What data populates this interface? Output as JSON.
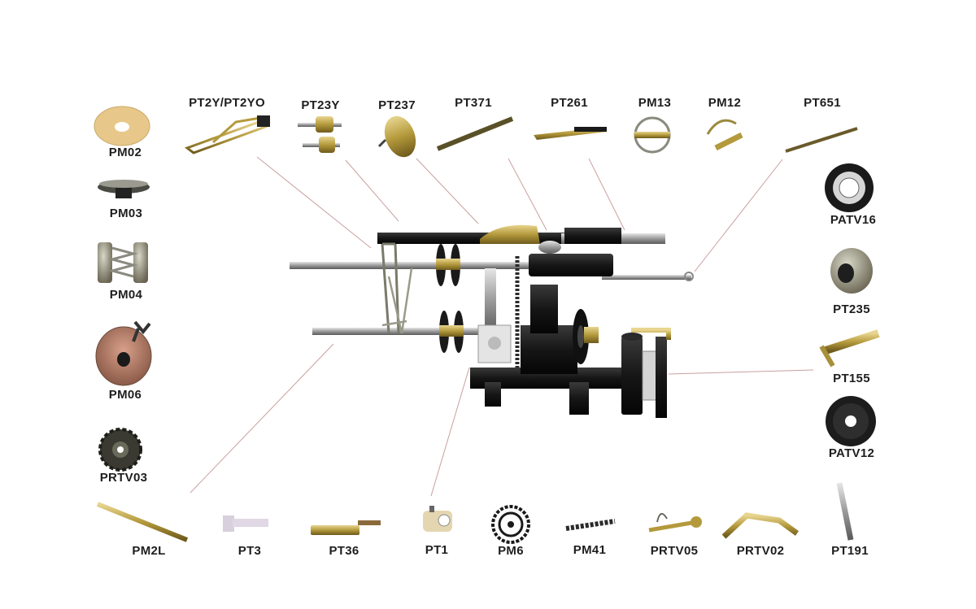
{
  "labels": {
    "pm02": "PM02",
    "pm03": "PM03",
    "pm04": "PM04",
    "pm06": "PM06",
    "prtv03": "PRTV03",
    "pt2y": "PT2Y/PT2YO",
    "pt23y": "PT23Y",
    "pt237": "PT237",
    "pt371": "PT371",
    "pt261": "PT261",
    "pm13": "PM13",
    "pm12": "PM12",
    "pt651": "PT651",
    "patv16": "PATV16",
    "pt235": "PT235",
    "pt155": "PT155",
    "patv12": "PATV12",
    "pm2l": "PM2L",
    "pt3": "PT3",
    "pt36": "PT36",
    "pt1": "PT1",
    "pm6": "PM6",
    "pm41": "PM41",
    "prtv05": "PRTV05",
    "prtv02": "PRTV02",
    "pt191": "PT191"
  },
  "colors": {
    "frame": "#141414",
    "rod": "#8c8c8c",
    "brass": "#b49a3c",
    "leader": "#c9a0a0",
    "label": "#1e1e1e"
  }
}
